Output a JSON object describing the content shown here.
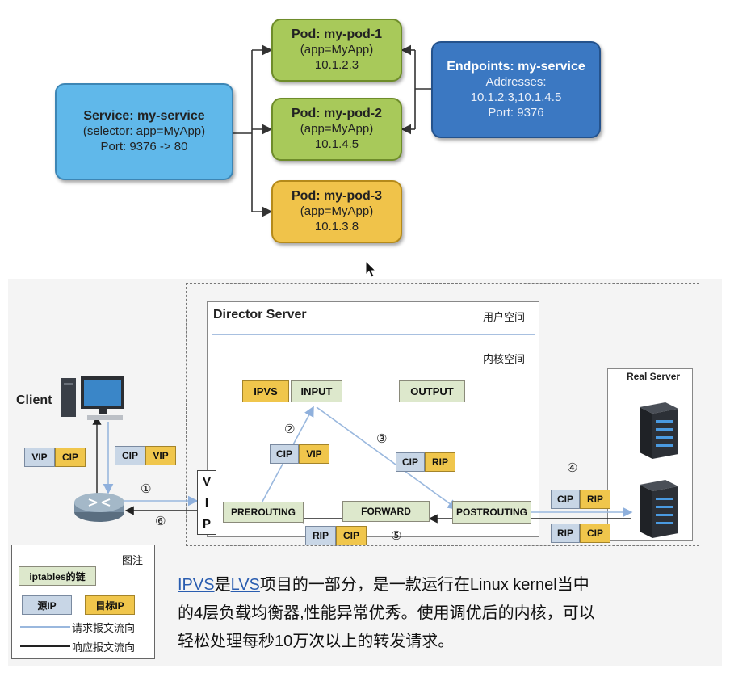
{
  "top": {
    "service": {
      "title": "Service: my-service",
      "selector": "(selector: app=MyApp)",
      "port": "Port: 9376 -> 80"
    },
    "pods": [
      {
        "title": "Pod: my-pod-1",
        "label": "(app=MyApp)",
        "ip": "10.1.2.3"
      },
      {
        "title": "Pod: my-pod-2",
        "label": "(app=MyApp)",
        "ip": "10.1.4.5"
      },
      {
        "title": "Pod: my-pod-3",
        "label": "(app=MyApp)",
        "ip": "10.1.3.8"
      }
    ],
    "endpoints": {
      "title": "Endpoints: my-service",
      "addresses_label": "Addresses:",
      "addresses": "10.1.2.3,10.1.4.5",
      "port": "Port: 9376"
    }
  },
  "lvs": {
    "director_title": "Director Server",
    "user_space": "用户空间",
    "kernel_space": "内核空间",
    "real_server": "Real Server",
    "client": "Client",
    "chains": {
      "ipvs": "IPVS",
      "input": "INPUT",
      "output": "OUTPUT",
      "prerouting": "PREROUTING",
      "forward": "FORWARD",
      "postrouting": "POSTROUTING"
    },
    "vip_letters": [
      "V",
      "I",
      "P"
    ],
    "tags": {
      "vip": "VIP",
      "cip": "CIP",
      "rip": "RIP"
    },
    "steps": [
      "①",
      "②",
      "③",
      "④",
      "⑤",
      "⑥"
    ],
    "legend": {
      "title": "图注",
      "chain": "iptables的链",
      "src": "源IP",
      "dst": "目标IP",
      "request": "请求报文流向",
      "response": "响应报文流向"
    }
  },
  "description": {
    "ipvs": "IPVS",
    "is": "是",
    "lvs": "LVS",
    "rest_line1": "项目的一部分，是一款运行在Linux  kernel当中",
    "line2": "的4层负载均衡器,性能异常优秀。使用调优后的内核，可以",
    "line3": "轻松处理每秒10万次以上的转发请求。"
  },
  "colors": {
    "service": "#60b8ea",
    "pod": "#a8c95a",
    "pod3": "#f0c34a",
    "endpoints": "#3b78c2",
    "request_arrow": "#9ab8de",
    "response_arrow": "#222222"
  },
  "icons": [
    "computer-icon",
    "router-icon",
    "server-icon",
    "mouse-cursor-icon"
  ]
}
